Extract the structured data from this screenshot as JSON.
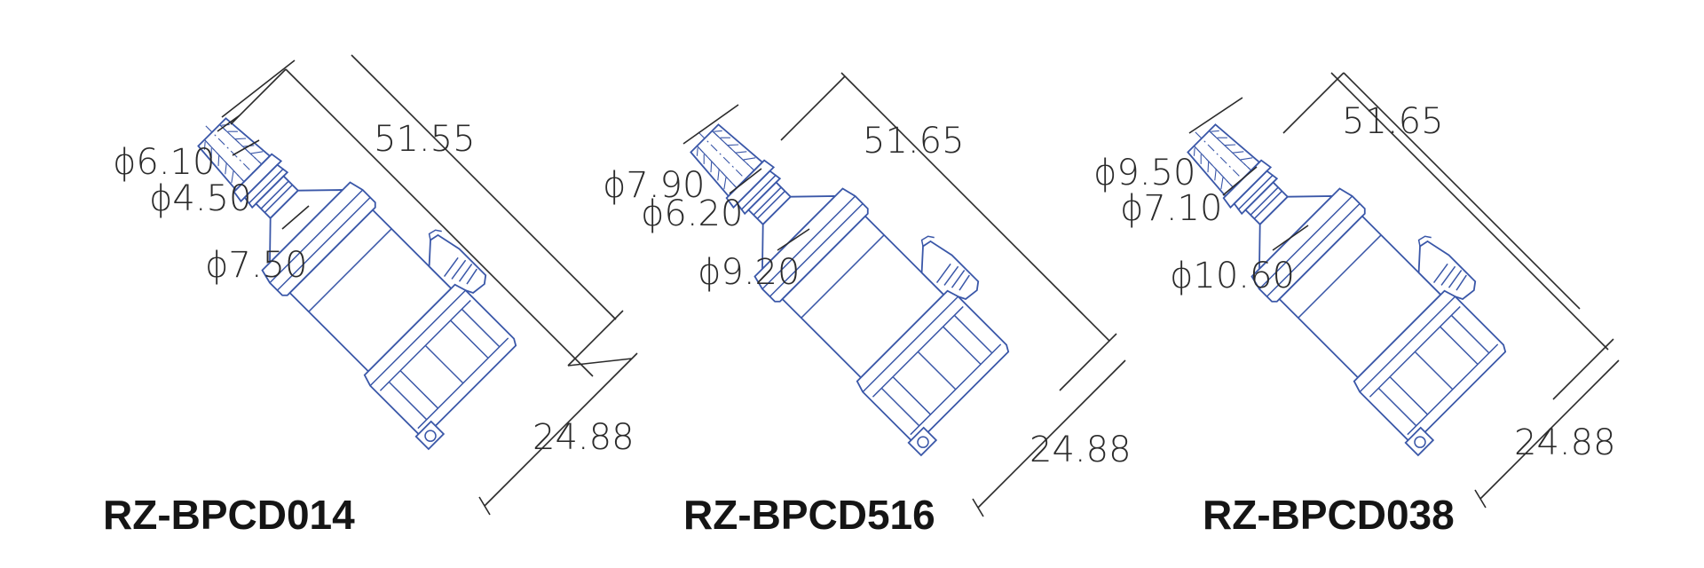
{
  "colors": {
    "part_outline": "#3a57a8",
    "dimension_line": "#2b2b2b",
    "label": "#151515",
    "background": "#ffffff"
  },
  "parts": [
    {
      "model": "RZ-BPCD014",
      "dims": {
        "outer_dia": "ϕ6.10",
        "inner_dia": "ϕ4.50",
        "neck_dia": "ϕ7.50",
        "length": "51.55",
        "width": "24.88"
      }
    },
    {
      "model": "RZ-BPCD516",
      "dims": {
        "outer_dia": "ϕ7.90",
        "inner_dia": "ϕ6.20",
        "neck_dia": "ϕ9.20",
        "length": "51.65",
        "width": "24.88"
      }
    },
    {
      "model": "RZ-BPCD038",
      "dims": {
        "outer_dia": "ϕ9.50",
        "inner_dia": "ϕ7.10",
        "neck_dia": "ϕ10.60",
        "length": "51.65",
        "width": "24.88"
      }
    }
  ]
}
